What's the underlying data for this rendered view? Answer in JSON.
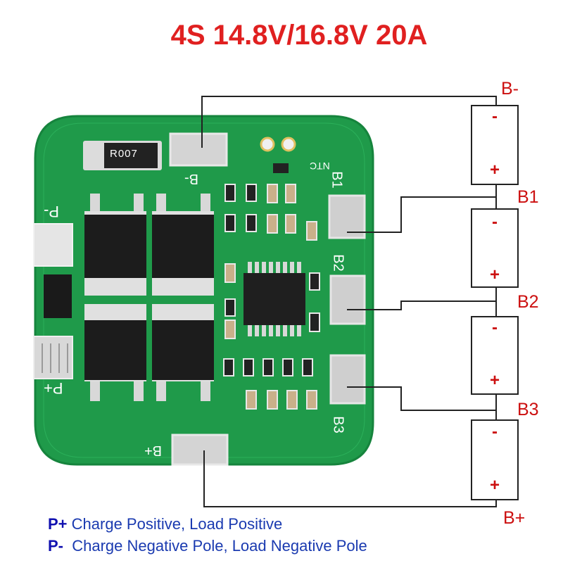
{
  "title": "4S 14.8V/16.8V 20A",
  "colors": {
    "title": "#e02020",
    "label": "#cc1010",
    "legend_key": "#1010b0",
    "legend_text": "#1a3ab0",
    "pcb": "#1f9a4a",
    "pcb_dark": "#14803a",
    "wire": "#222222",
    "cell_plus": "#e02020",
    "cell_minus": "#e02020"
  },
  "terminal_labels": {
    "b_minus": "B-",
    "b1": "B1",
    "b2": "B2",
    "b3": "B3",
    "b_plus": "B+"
  },
  "cells": [
    {
      "minus": "-",
      "plus": "+"
    },
    {
      "minus": "-",
      "plus": "+"
    },
    {
      "minus": "-",
      "plus": "+"
    },
    {
      "minus": "-",
      "plus": "+"
    }
  ],
  "board_silkscreen": {
    "resistor_code": "R007",
    "pad_b_minus": "B-",
    "pad_b_plus": "B+",
    "pad_p_minus": "P-",
    "pad_p_plus": "P+",
    "ntc": "NTC",
    "b1": "B1",
    "b2": "B2",
    "b3": "B3"
  },
  "legend": [
    {
      "key": "P+",
      "text": "Charge Positive, Load Positive"
    },
    {
      "key": "P-",
      "text": "Charge Negative Pole, Load Negative Pole"
    }
  ]
}
